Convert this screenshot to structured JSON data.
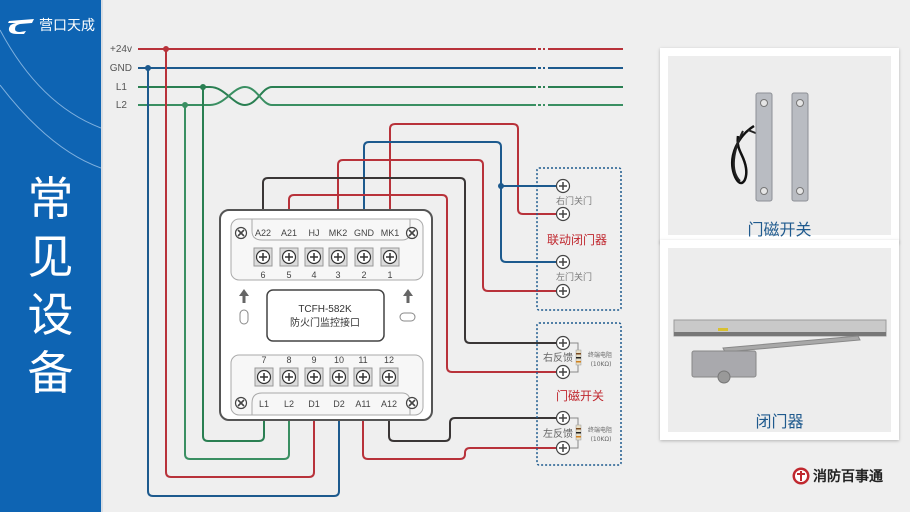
{
  "sidebar": {
    "company": "营口天成",
    "title_chars": [
      "常",
      "见",
      "设",
      "备"
    ]
  },
  "bus_lines": [
    {
      "label": "+24v",
      "color": "#b8323a"
    },
    {
      "label": "GND",
      "color": "#1d5a8e"
    },
    {
      "label": "L1",
      "color": "#2a7f52"
    },
    {
      "label": "L2",
      "color": "#3a8f62"
    }
  ],
  "module": {
    "model": "TCFH-582K",
    "name": "防火门监控接口",
    "top_terminals": [
      {
        "label": "A22",
        "number": "6"
      },
      {
        "label": "A21",
        "number": "5"
      },
      {
        "label": "HJ",
        "number": "4"
      },
      {
        "label": "MK2",
        "number": "3"
      },
      {
        "label": "GND",
        "number": "2"
      },
      {
        "label": "MK1",
        "number": "1"
      }
    ],
    "bottom_terminals": [
      {
        "label": "L1",
        "number": "7"
      },
      {
        "label": "L2",
        "number": "8"
      },
      {
        "label": "D1",
        "number": "9"
      },
      {
        "label": "D2",
        "number": "10"
      },
      {
        "label": "A11",
        "number": "11"
      },
      {
        "label": "A12",
        "number": "12"
      }
    ]
  },
  "closer_box": {
    "title": "联动闭门器",
    "right_label": "右门关门",
    "left_label": "左门关门"
  },
  "magnet_box": {
    "title": "门磁开关",
    "right_label": "右反馈",
    "left_label": "左反馈",
    "resistor_label": "终端电阻",
    "resistor_value": "(10KΩ)"
  },
  "colors": {
    "red": "#b8323a",
    "blue": "#1d5a8e",
    "green": "#2a7f52",
    "dark": "#3a3636",
    "sidebar": "#0e64b3",
    "caption": "#1f5a8e"
  },
  "cards": [
    {
      "caption": "门磁开关"
    },
    {
      "caption": "闭门器"
    }
  ],
  "brand": {
    "name": "消防百事通"
  }
}
